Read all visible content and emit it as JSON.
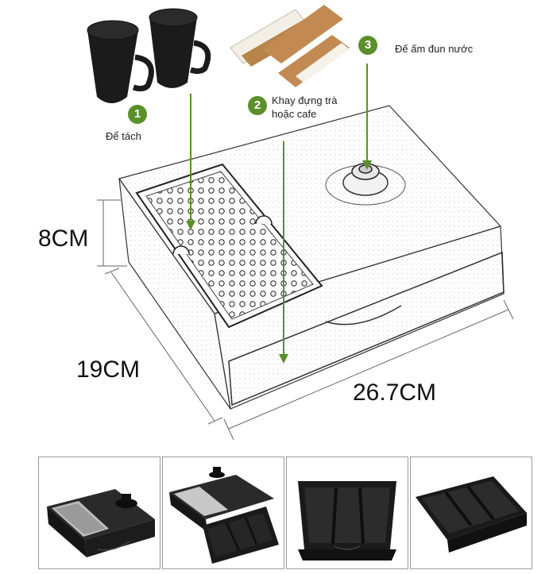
{
  "callouts": [
    {
      "number": "1",
      "label": "Để tách"
    },
    {
      "number": "2",
      "label_line1": "Khay đựng trà",
      "label_line2": "hoặc cafe"
    },
    {
      "number": "3",
      "label": "Đế ấm đun nước"
    }
  ],
  "dimensions": {
    "height": "8CM",
    "depth": "19CM",
    "width": "26.7CM"
  },
  "colors": {
    "callout_green": "#5b8f2a",
    "product_black": "#1b1b1b"
  },
  "thumbnails": [
    {
      "name": "closed-box-view"
    },
    {
      "name": "open-drawer-view"
    },
    {
      "name": "empty-drawer-view"
    },
    {
      "name": "drawer-angle-view"
    }
  ]
}
